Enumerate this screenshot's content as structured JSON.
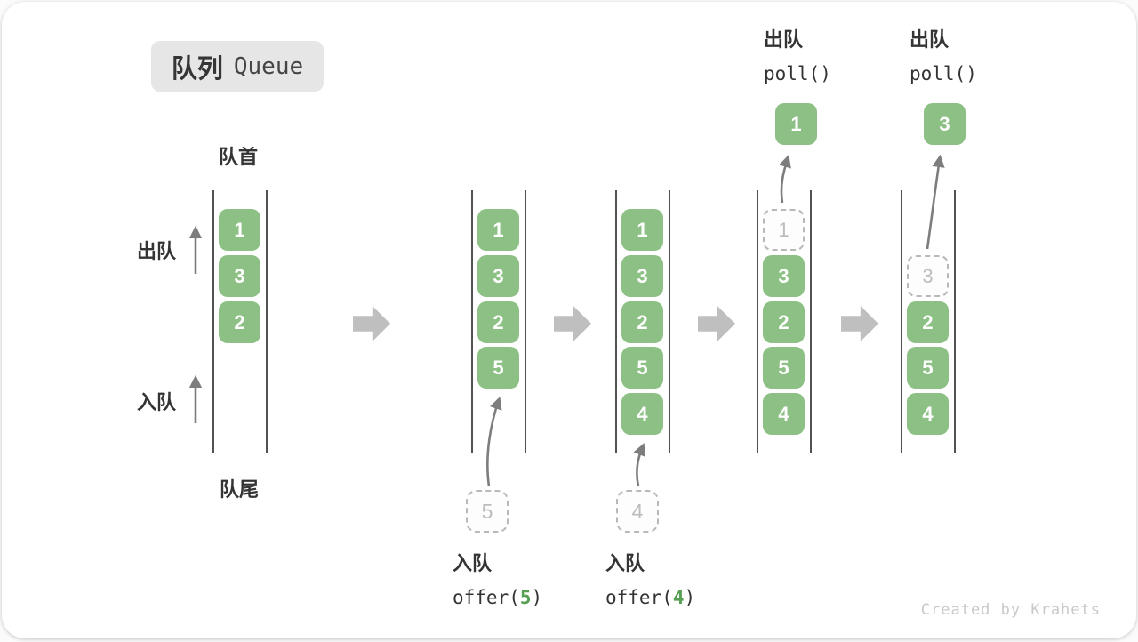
{
  "title": {
    "zh": "队列",
    "en": "Queue"
  },
  "labels": {
    "front": "队首",
    "rear": "队尾",
    "dequeue": "出队",
    "enqueue": "入队"
  },
  "queues": [
    {
      "cells": [
        "1",
        "3",
        "2"
      ]
    },
    {
      "cells": [
        "1",
        "3",
        "2",
        "5"
      ],
      "incoming": "5"
    },
    {
      "cells": [
        "1",
        "3",
        "2",
        "5",
        "4"
      ],
      "incoming": "4"
    },
    {
      "removed": "1",
      "cells": [
        "3",
        "2",
        "5",
        "4"
      ],
      "result": "1"
    },
    {
      "removed": "3",
      "cells": [
        "2",
        "5",
        "4"
      ],
      "result": "3"
    }
  ],
  "operations": {
    "enqueue5": {
      "label": "入队",
      "fn": "offer(",
      "arg": "5",
      "close": ")"
    },
    "enqueue4": {
      "label": "入队",
      "fn": "offer(",
      "arg": "4",
      "close": ")"
    },
    "dequeue1": {
      "label": "出队",
      "code": "poll()"
    },
    "dequeue2": {
      "label": "出队",
      "code": "poll()"
    }
  },
  "footer": "Created by Krahets",
  "colors": {
    "box_green": "#8dc084",
    "code_arg_green": "#56a054",
    "flow_arrow_gray": "#bfbfbf",
    "dashed_gray": "#b8b8b8",
    "wall_gray": "#525252",
    "text_dark": "#343434",
    "footer_gray": "#c9c9c9"
  }
}
